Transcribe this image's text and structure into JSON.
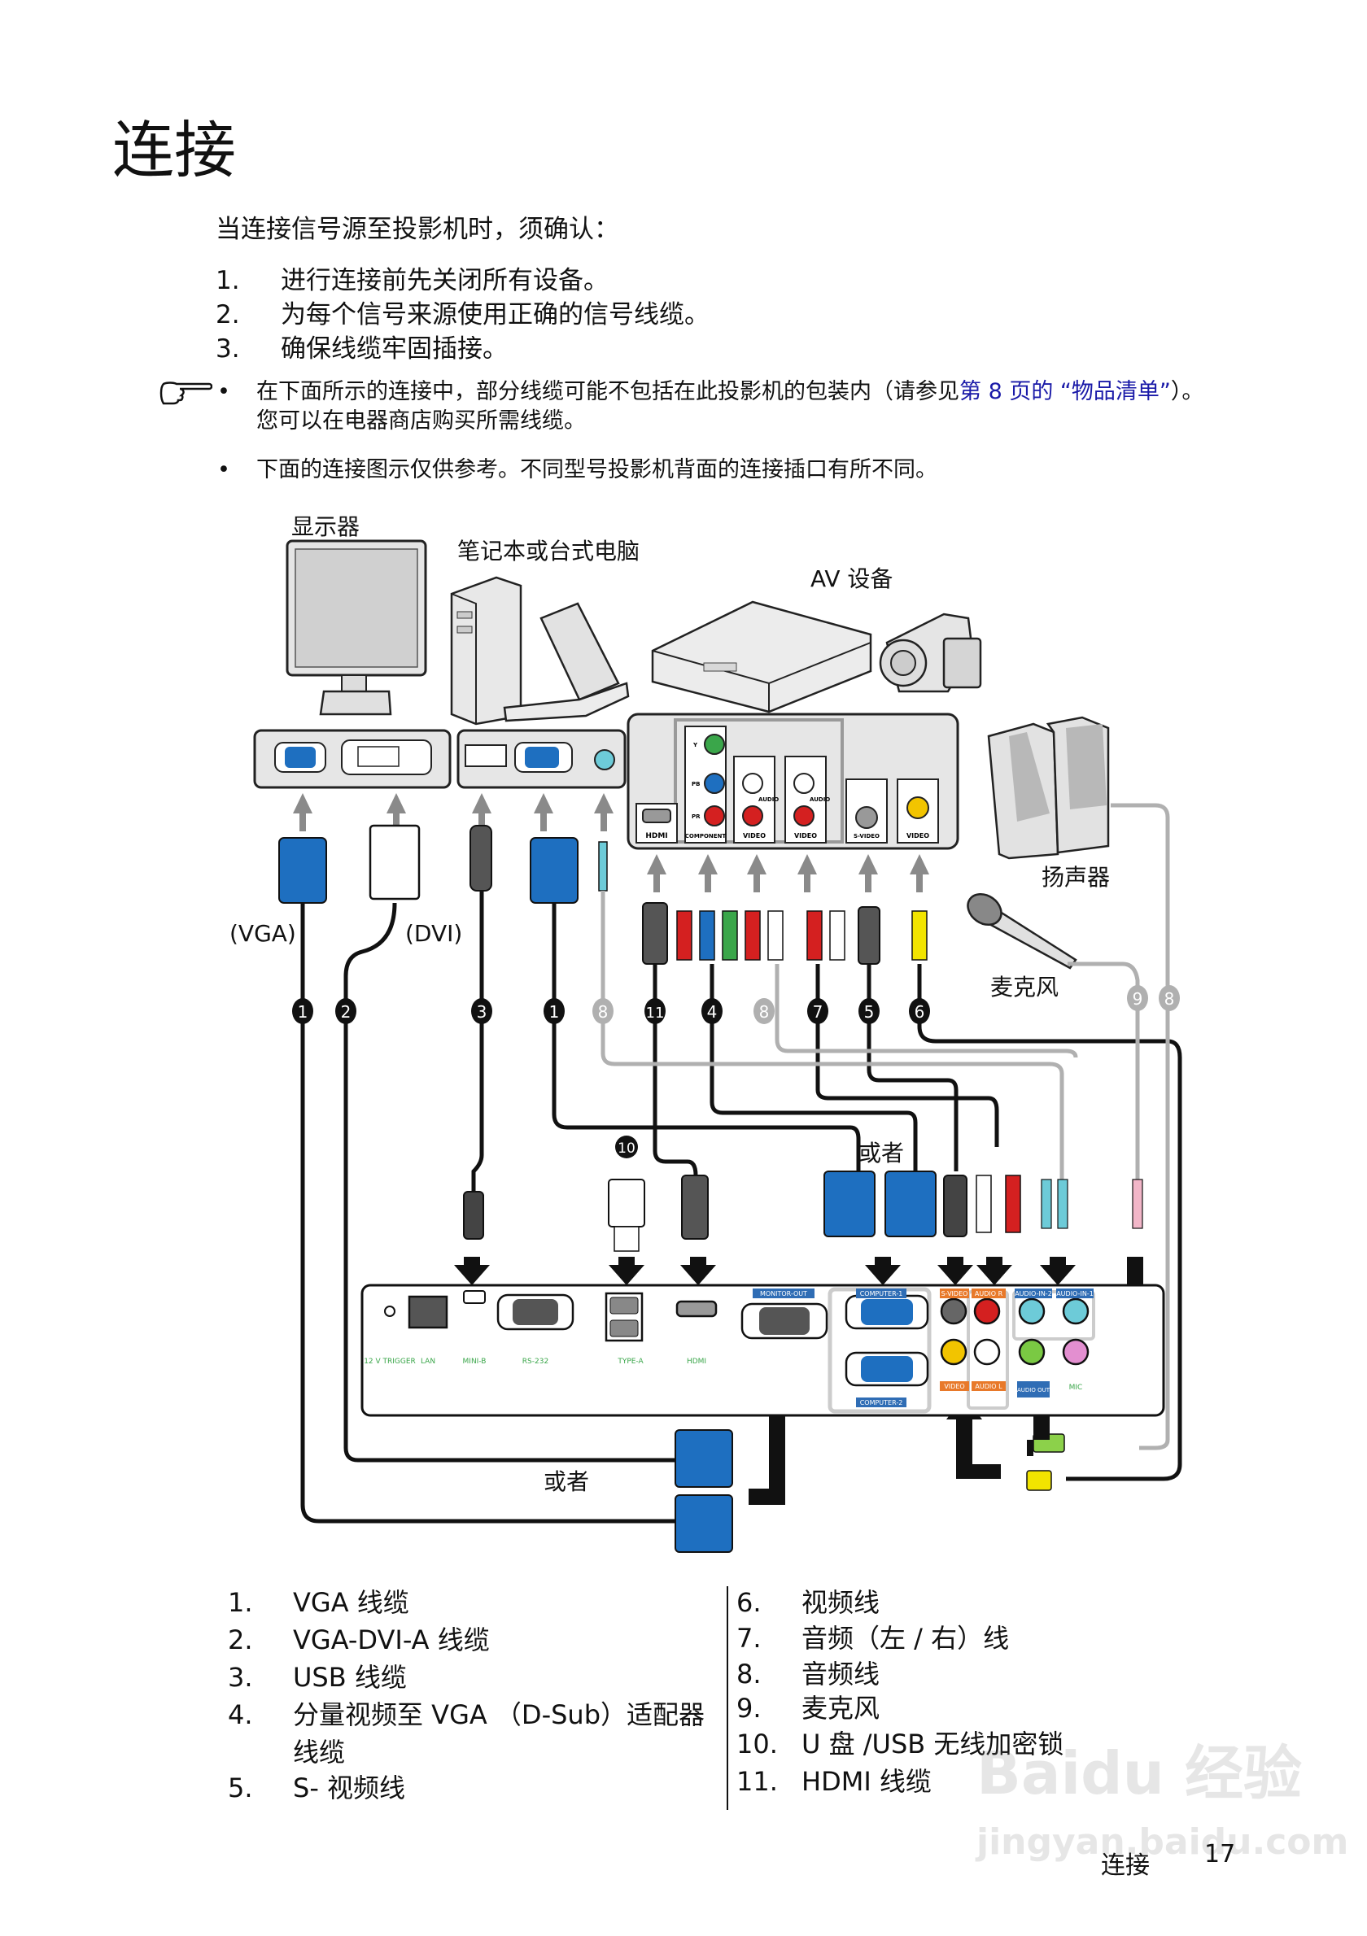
{
  "page": {
    "title": "连接",
    "intro": "当连接信号源至投影机时，须确认：",
    "steps": [
      {
        "num": "1.",
        "text": "进行连接前先关闭所有设备。"
      },
      {
        "num": "2.",
        "text": "为每个信号来源使用正确的信号线缆。"
      },
      {
        "num": "3.",
        "text": "确保线缆牢固插接。"
      }
    ],
    "notes": [
      {
        "bullet": "•",
        "text_before": "在下面所示的连接中，部分线缆可能不包括在此投影机的包装内（请参见",
        "link": "第 8 页的 “物品清单”",
        "text_after": "）。您可以在电器商店购买所需线缆。"
      },
      {
        "bullet": "•",
        "text": "下面的连接图示仅供参考。不同型号投影机背面的连接插口有所不同。"
      }
    ]
  },
  "diagram": {
    "devices": {
      "monitor": "显示器",
      "computer": "笔记本或台式电脑",
      "av": "AV 设备",
      "speakers": "扬声器",
      "microphone": "麦克风"
    },
    "cable_labels": {
      "vga": "(VGA)",
      "dvi": "(DVI)",
      "or_top": "或者",
      "or_bottom": "或者"
    },
    "av_ports": [
      "HDMI",
      "COMPONENT",
      "VIDEO",
      "VIDEO",
      "S-VIDEO",
      "VIDEO"
    ],
    "component_sublabels": [
      "Y",
      "PB",
      "PR"
    ],
    "audio_label": "AUDIO",
    "cable_numbers": [
      "1",
      "2",
      "3",
      "1",
      "8",
      "11",
      "4",
      "8",
      "7",
      "5",
      "6",
      "9",
      "8",
      "10"
    ],
    "projector_ports": {
      "trigger": "12 V TRIGGER",
      "lan": "LAN",
      "mini_b": "MINI-B",
      "rs232": "RS-232",
      "type_a": "TYPE-A",
      "hdmi": "HDMI",
      "monitor_out": "MONITOR-OUT",
      "computer1": "COMPUTER-1",
      "computer2": "COMPUTER-2",
      "s_video": "S-VIDEO",
      "video": "VIDEO",
      "audio_r": "AUDIO R",
      "audio_l": "AUDIO L",
      "audio_in2": "AUDIO-IN-2",
      "audio_in1": "AUDIO-IN-1",
      "audio_out": "AUDIO OUT",
      "mic": "MIC"
    },
    "colors": {
      "vga_blue": "#1e6fc0",
      "port_green_text": "#3aa64a",
      "label_blue": "#2f6db5",
      "label_orange": "#e8792a",
      "panel_gray": "#e6e6e6",
      "cable_gray": "#b0b0b0"
    }
  },
  "legend": {
    "left": [
      {
        "num": "1.",
        "text": "VGA 线缆"
      },
      {
        "num": "2.",
        "text": "VGA-DVI-A 线缆"
      },
      {
        "num": "3.",
        "text": "USB 线缆"
      },
      {
        "num": "4.",
        "text": "分量视频至 VGA （D-Sub）适配器"
      },
      {
        "num": "",
        "text": "线缆"
      },
      {
        "num": "5.",
        "text": "S- 视频线"
      }
    ],
    "right": [
      {
        "num": "6.",
        "text": "视频线"
      },
      {
        "num": "7.",
        "text": "音频（左 / 右）线"
      },
      {
        "num": "8.",
        "text": "音频线"
      },
      {
        "num": "9.",
        "text": "麦克风"
      },
      {
        "num": "10.",
        "text": "U 盘 /USB 无线加密锁"
      },
      {
        "num": "11.",
        "text": "HDMI 线缆"
      }
    ]
  },
  "footer": {
    "section": "连接",
    "page_number": "17"
  },
  "watermark": {
    "line1": "Baidu 经验",
    "line2": "jingyan.baidu.com"
  }
}
